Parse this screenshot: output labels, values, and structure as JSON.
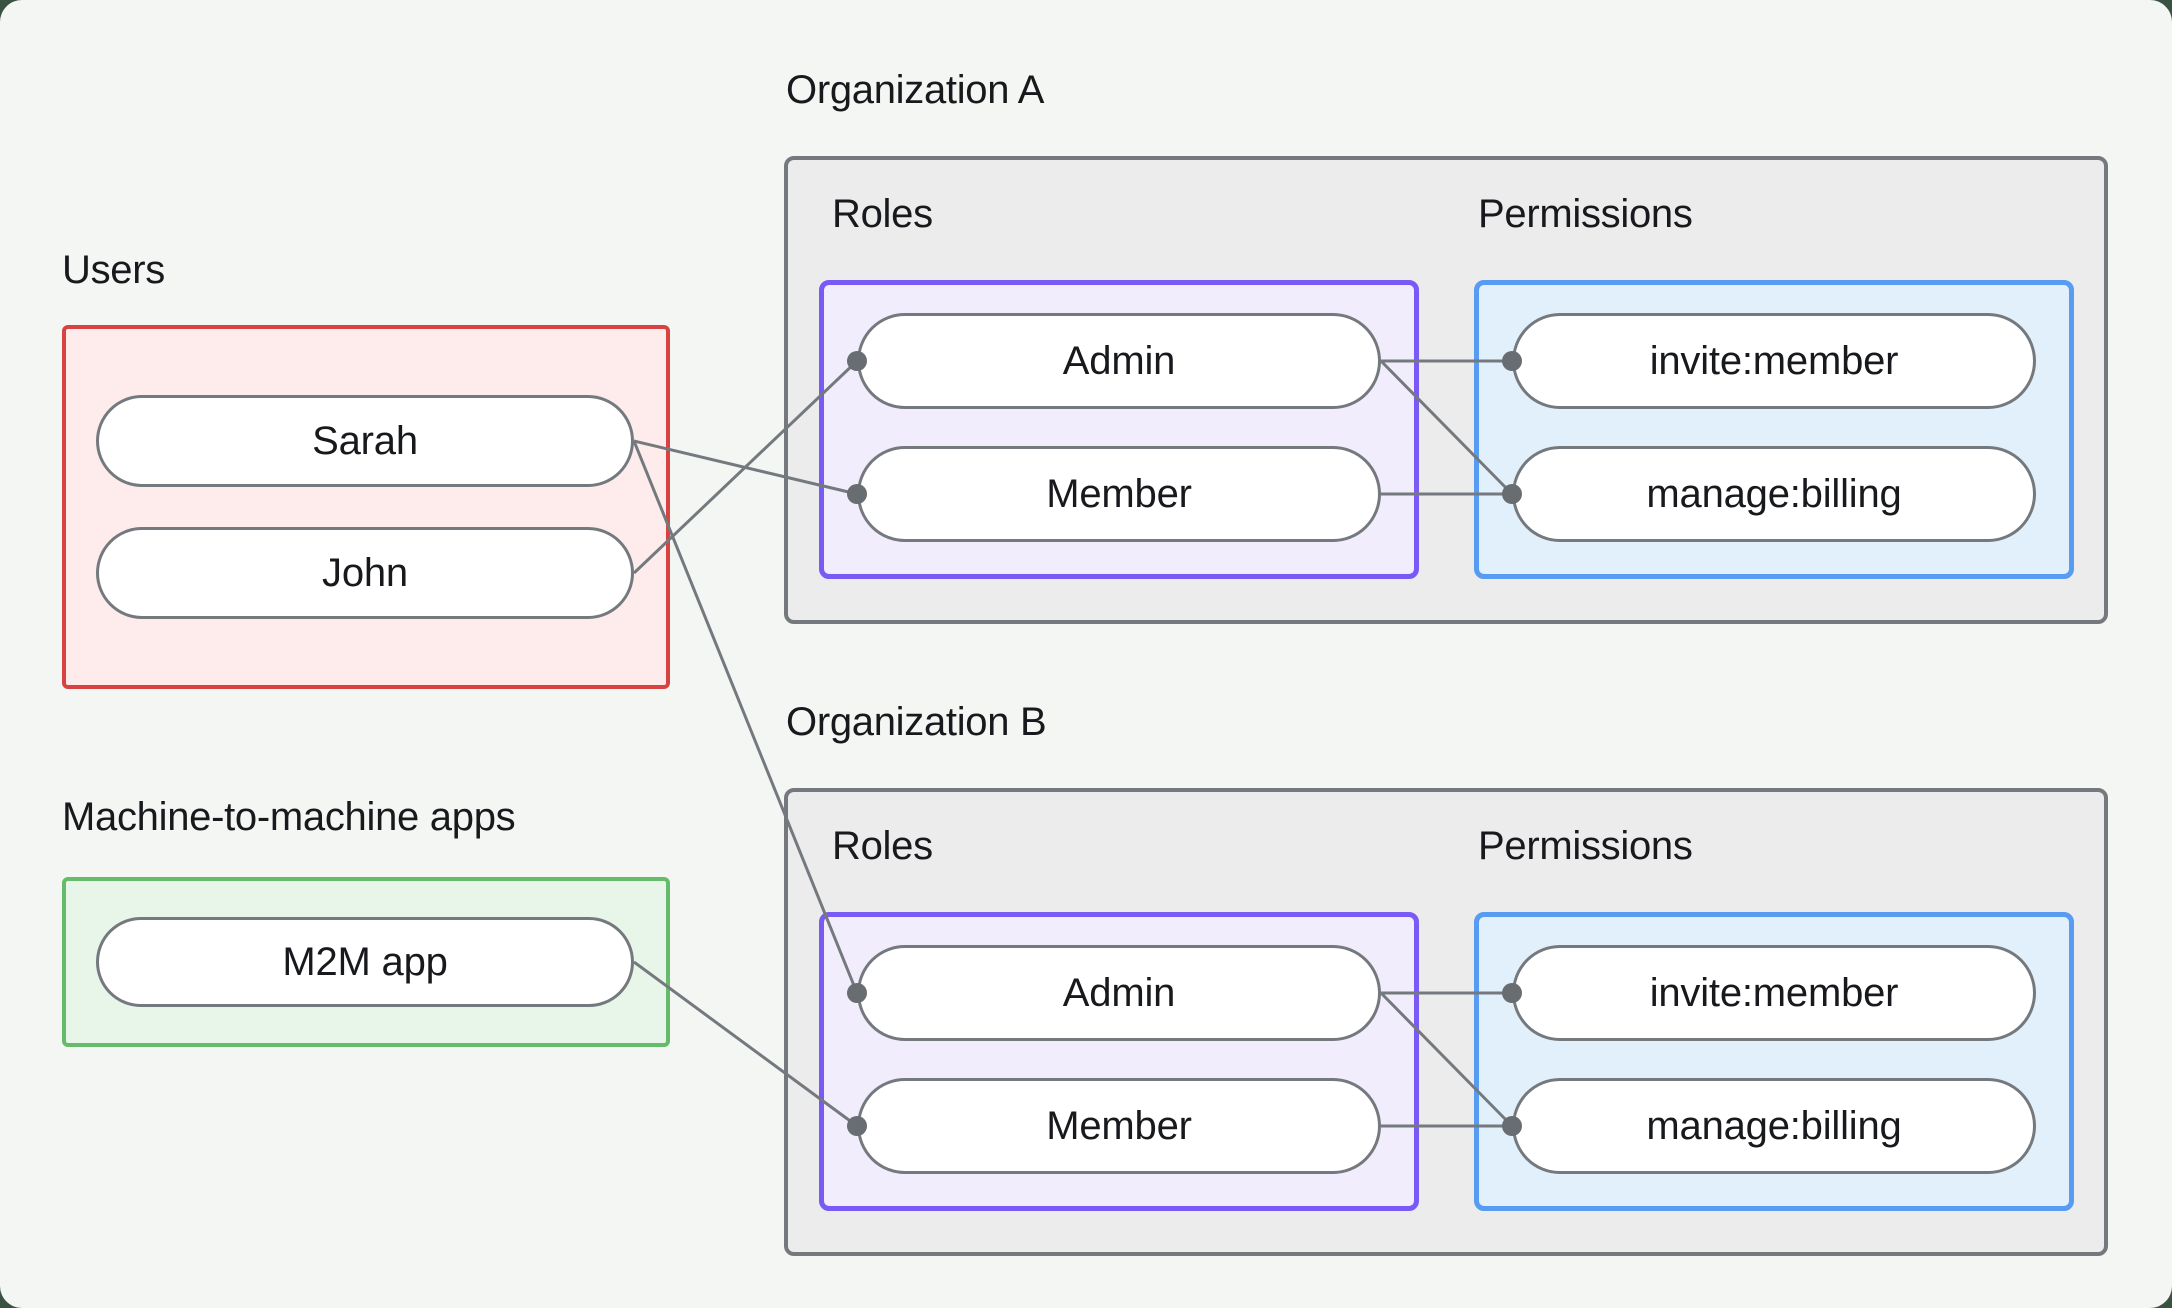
{
  "headings": {
    "users": "Users",
    "m2m": "Machine-to-machine apps",
    "org_a": "Organization A",
    "org_b": "Organization B"
  },
  "labels": {
    "roles": "Roles",
    "permissions": "Permissions"
  },
  "nodes": {
    "sarah": {
      "label": "Sarah"
    },
    "john": {
      "label": "John"
    },
    "m2m_app": {
      "label": "M2M app"
    },
    "admin_a": {
      "label": "Admin"
    },
    "member_a": {
      "label": "Member"
    },
    "invite_a": {
      "label": "invite:member"
    },
    "manage_a": {
      "label": "manage:billing"
    },
    "admin_b": {
      "label": "Admin"
    },
    "member_b": {
      "label": "Member"
    },
    "invite_b": {
      "label": "invite:member"
    },
    "manage_b": {
      "label": "manage:billing"
    }
  },
  "edges": [
    {
      "from": "sarah",
      "to": "member_a"
    },
    {
      "from": "john",
      "to": "admin_a"
    },
    {
      "from": "sarah",
      "to": "admin_b"
    },
    {
      "from": "m2m_app",
      "to": "member_b"
    },
    {
      "from": "admin_a",
      "to": "invite_a"
    },
    {
      "from": "admin_a",
      "to": "manage_a"
    },
    {
      "from": "member_a",
      "to": "manage_a"
    },
    {
      "from": "admin_b",
      "to": "invite_b"
    },
    {
      "from": "admin_b",
      "to": "manage_b"
    },
    {
      "from": "member_b",
      "to": "manage_b"
    }
  ],
  "colors": {
    "outer": "#3a5242",
    "canvas": "#f4f6f4",
    "text": "#17191c",
    "org_border": "#75797d",
    "org_fill": "#ececed",
    "users_border": "#d84341",
    "users_fill": "#fdeceb",
    "m2m_border": "#66bb6a",
    "m2m_fill": "#e8f6ea",
    "roles_border": "#7a5af5",
    "roles_fill": "#f2edfc",
    "permissions_border": "#579bf2",
    "permissions_fill": "#e2f0fc",
    "pill_border": "#74797e",
    "pill_fill": "#ffffff",
    "connector": "#74797e",
    "dot": "#686d72"
  }
}
